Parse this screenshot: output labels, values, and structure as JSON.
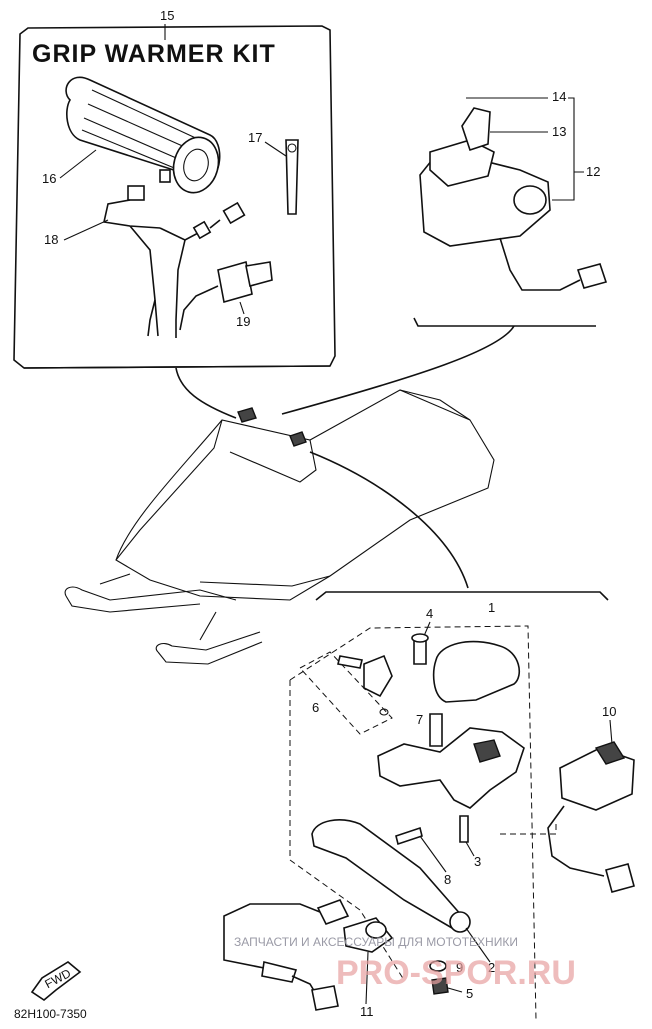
{
  "kit_title": "GRIP WARMER KIT",
  "drawing_code": "82H100-7350",
  "fwd_label": "FWD",
  "watermark_text": "ЗАПЧАСТИ И АКСЕССУАРЫ ДЛЯ МОТОТЕХНИКИ",
  "watermark_brand": "PRO-SPOR.RU",
  "colors": {
    "line": "#111111",
    "paper": "#ffffff",
    "watermark": "#e8a0a0"
  },
  "part_labels": {
    "p1": "1",
    "p2": "2",
    "p3": "3",
    "p4": "4",
    "p5": "5",
    "p6": "6",
    "p7": "7",
    "p8": "8",
    "p9": "9",
    "p10": "10",
    "p11": "11",
    "p12": "12",
    "p13": "13",
    "p14": "14",
    "p15": "15",
    "p16": "16",
    "p17": "17",
    "p18": "18",
    "p19": "19"
  }
}
